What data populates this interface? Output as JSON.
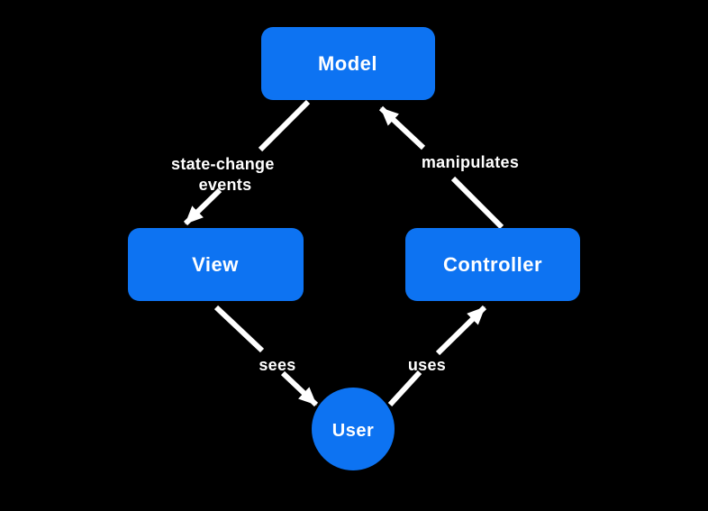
{
  "diagram": {
    "type": "flow-diagram",
    "subject": "Model-View-Controller pattern",
    "colors": {
      "background": "#000000",
      "node_fill": "#0d73f2",
      "node_text": "#ffffff",
      "arrow": "#ffffff",
      "edge_label_text": "#ffffff"
    },
    "nodes": [
      {
        "id": "model",
        "label": "Model",
        "shape": "rounded-rectangle"
      },
      {
        "id": "view",
        "label": "View",
        "shape": "rounded-rectangle"
      },
      {
        "id": "controller",
        "label": "Controller",
        "shape": "rounded-rectangle"
      },
      {
        "id": "user",
        "label": "User",
        "shape": "circle"
      }
    ],
    "edges": [
      {
        "from": "Model",
        "to": "View",
        "label": "state-change events",
        "label_lines": [
          "state-change",
          "events"
        ]
      },
      {
        "from": "Controller",
        "to": "Model",
        "label": "manipulates"
      },
      {
        "from": "View",
        "to": "User",
        "label": "sees"
      },
      {
        "from": "User",
        "to": "Controller",
        "label": "uses"
      }
    ]
  }
}
